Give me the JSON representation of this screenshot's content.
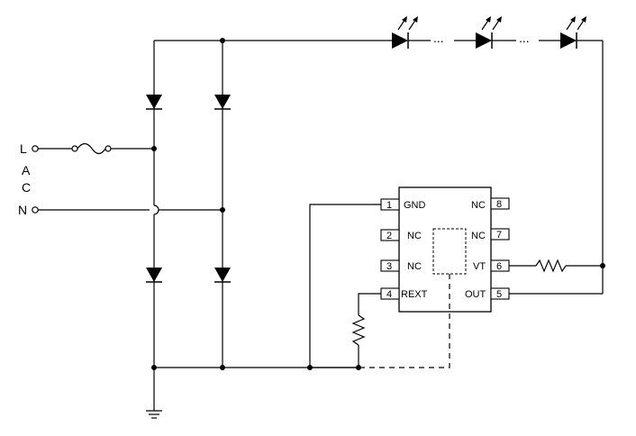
{
  "terminals": {
    "line": "L",
    "ac_a": "A",
    "ac_c": "C",
    "neutral": "N"
  },
  "led_chain": {
    "ellipsis": "..."
  },
  "ic": {
    "pins": [
      {
        "number": "1",
        "name": "GND"
      },
      {
        "number": "2",
        "name": "NC"
      },
      {
        "number": "3",
        "name": "NC"
      },
      {
        "number": "4",
        "name": "REXT"
      },
      {
        "number": "5",
        "name": "OUT"
      },
      {
        "number": "6",
        "name": "VT"
      },
      {
        "number": "7",
        "name": "NC"
      },
      {
        "number": "8",
        "name": "NC"
      }
    ]
  }
}
